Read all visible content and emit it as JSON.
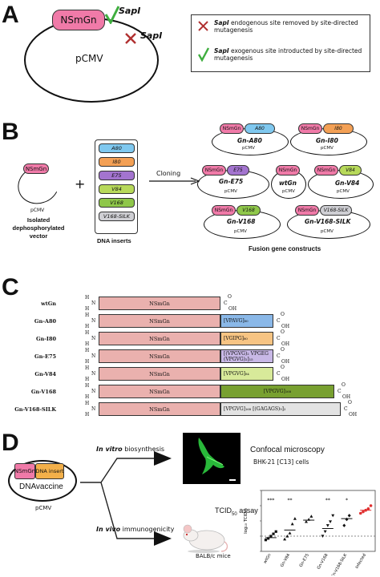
{
  "panelA": {
    "letter": "A",
    "gene": "NSmGn",
    "plasmid": "pCMV",
    "site_top": "SapI",
    "site_right": "SapI",
    "legend": [
      {
        "site": "SapI",
        "text": " endogenous site removed by site-directed mutagenesis"
      },
      {
        "site": "SapI",
        "text": " exogenous site introducted by site-directed mutagenesis"
      }
    ]
  },
  "panelB": {
    "letter": "B",
    "vector_gene": "NSmGn",
    "vector_plasmid": "pCMV",
    "vector_caption": "Isolated dephosphorylated vector",
    "plus": "+",
    "inserts": [
      "A80",
      "I80",
      "E75",
      "V84",
      "V168",
      "V168-SILK"
    ],
    "insert_caption": "DNA inserts",
    "arrow_label": "Cloning",
    "fusion_caption": "Fusion gene constructs",
    "constructs": [
      {
        "gene": "NSmGn",
        "insert": "A80",
        "name": "Gn-A80",
        "plasmid": "pCMV"
      },
      {
        "gene": "NSmGn",
        "insert": "I80",
        "name": "Gn-I80",
        "plasmid": "pCMV"
      },
      {
        "gene": "NSmGn",
        "insert": "E75",
        "name": "Gn-E75",
        "plasmid": "pCMV"
      },
      {
        "gene": "NSmGn",
        "insert": "",
        "name": "wtGn",
        "plasmid": "pCMV"
      },
      {
        "gene": "NSmGn",
        "insert": "V84",
        "name": "Gn-V84",
        "plasmid": "pCMV"
      },
      {
        "gene": "NSmGn",
        "insert": "V168",
        "name": "Gn-V168",
        "plasmid": "pCMV"
      },
      {
        "gene": "NSmGn",
        "insert": "V168-SILK",
        "name": "Gn-V168-SILK",
        "plasmid": "pCMV"
      }
    ]
  },
  "panelC": {
    "letter": "C",
    "h_label": "H",
    "n_label": "N",
    "c_label": "C",
    "o_label": "O",
    "oh_label": "OH",
    "rows": [
      {
        "name": "wtGn",
        "main": "NSmGn",
        "ext": ""
      },
      {
        "name": "Gn-A80",
        "main": "",
        "ext": "[VPAVG]₈₀"
      },
      {
        "name": "Gn-I80",
        "main": "",
        "ext": "[VGIPG]₈₀"
      },
      {
        "name": "Gn-E75",
        "main": "",
        "ext": "[(VPGVG)₂ VPGEG (VPGVG)₂]₁₅"
      },
      {
        "name": "Gn-V84",
        "main": "",
        "ext": "[VPGVG]₈₄"
      },
      {
        "name": "Gn-V168",
        "main": "",
        "ext": "[VPGVG]₁₆₈"
      },
      {
        "name": "Gn-V168-SILK",
        "main": "",
        "ext": "[VPGVG]₁₆₈ [(GAGAGS)₉]₂"
      }
    ]
  },
  "panelD": {
    "letter": "D",
    "gene": "NSmGn",
    "insert": "DNA insert",
    "vaccine": "DNAvaccine",
    "plasmid": "pCMV",
    "in_vitro": "In vitro",
    "in_vitro_rest": " biosynthesis",
    "in_vivo": "In vivo",
    "in_vivo_rest": " immunogenicity",
    "microscopy": "Confocal microscopy",
    "cells": "BHK-21 [C13] cells",
    "tcid_prefix": "TCID",
    "tcid_sub": "50",
    "tcid_suffix": " assay",
    "mice": "BALB/c mice",
    "ylabel": "log₁₀ TCID₅₀",
    "stars": [
      "***",
      "**",
      "",
      "**",
      "*",
      ""
    ]
  },
  "chart_data": {
    "type": "scatter",
    "categories": [
      "wtGn",
      "Gn-V84",
      "Gn-E75",
      "Gn-V168",
      "Gn-V168-SILK",
      "Infected"
    ],
    "ylabel": "log₁₀ TCID₅₀",
    "ylim": [
      0,
      8
    ],
    "threshold": 2.0,
    "series": [
      {
        "values": [
          [
            1.5,
            1.7,
            2.0,
            2.3,
            2.6
          ],
          [
            1.6,
            2.0,
            2.4,
            3.6,
            4.3
          ],
          [
            3.9,
            4.2,
            4.6
          ],
          [
            2.0,
            2.6,
            3.4,
            3.9,
            4.7
          ],
          [
            3.4,
            4.2,
            4.7
          ],
          [
            5.0,
            5.2,
            5.4,
            5.6,
            6.0
          ]
        ]
      },
      {
        "values": [
          1.8,
          2.8,
          4.1,
          3.0,
          4.3,
          5.4
        ]
      }
    ],
    "colors": [
      "#111111",
      "#111111",
      "#111111",
      "#111111",
      "#111111",
      "#e03030"
    ],
    "markers": [
      "square",
      "triangle",
      "triangle",
      "triangle-down",
      "diamond",
      "circle"
    ]
  },
  "colors": {
    "gene": "#f07aa8",
    "A80": "#7fc8ef",
    "I80": "#f3a055",
    "E75": "#a374cf",
    "V84": "#b7d95a",
    "V168": "#8fc74a",
    "V168-SILK": "#cfcfd4",
    "nsm_bar": "#eab1ae",
    "a80_bar": "#8ab8e8",
    "i80_bar": "#f7c483",
    "e75_bar": "#c8b8e6",
    "v84_bar": "#d8ea9a",
    "v168_bar": "#78a030",
    "silk_bar": "#e3e3e3",
    "check": "#3fae3f",
    "cross": "#b03030",
    "infected": "#e03030"
  }
}
